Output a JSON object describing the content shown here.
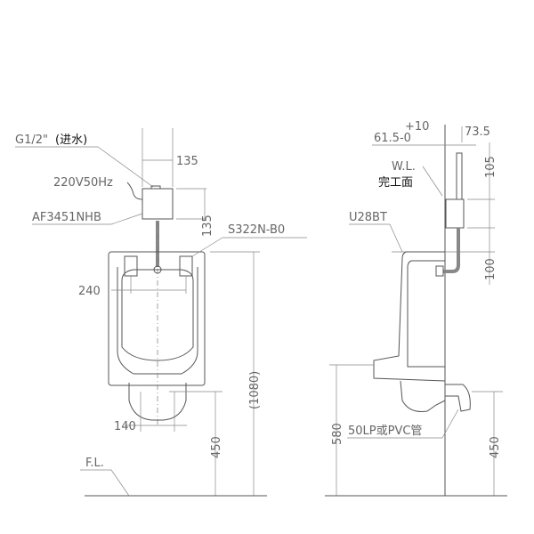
{
  "front_view": {
    "inlet_label": "G1/2\"",
    "inlet_note": "(进水)",
    "box_width": "135",
    "power_label": "220V50Hz",
    "valve_model": "AF3451NHB",
    "box_height": "135",
    "bracket_model": "S322N-B0",
    "bracket_spacing": "240",
    "total_height": "(1080)",
    "outlet_width": "140",
    "outlet_height": "450",
    "floor_label": "F.L."
  },
  "side_view": {
    "tolerance_plus": "+10",
    "tolerance_value": "61.5-0",
    "depth": "73.5",
    "wall_label": "W.L.",
    "finish_surface": "完工面",
    "dim_105": "105",
    "urinal_model": "U28BT",
    "dim_100": "100",
    "dim_580": "580",
    "drain_label": "50LP或PVC管",
    "dim_450": "450"
  }
}
